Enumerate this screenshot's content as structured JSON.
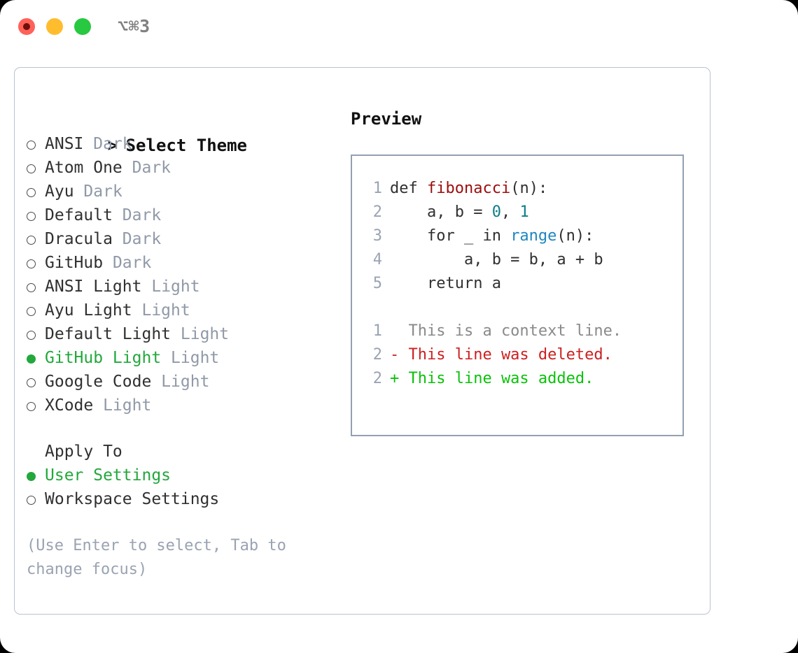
{
  "window": {
    "shortcut": "⌥⌘3",
    "traffic_lights": [
      "close-red",
      "minimize-amber",
      "maximize-green"
    ],
    "colors": {
      "red": "#ff6159",
      "amber": "#ffbd2e",
      "green": "#28c840",
      "accent_green": "#22a83b",
      "muted": "#9099a8",
      "panel_border": "#93a0b1",
      "card_border": "#b9c2d0"
    }
  },
  "theme_selector": {
    "heading_caret": ">",
    "heading": "Select Theme",
    "items": [
      {
        "marker": "○",
        "selected": false,
        "label": "ANSI",
        "tag": "Dark"
      },
      {
        "marker": "○",
        "selected": false,
        "label": "Atom One",
        "tag": "Dark"
      },
      {
        "marker": "○",
        "selected": false,
        "label": "Ayu",
        "tag": "Dark"
      },
      {
        "marker": "○",
        "selected": false,
        "label": "Default",
        "tag": "Dark"
      },
      {
        "marker": "○",
        "selected": false,
        "label": "Dracula",
        "tag": "Dark"
      },
      {
        "marker": "○",
        "selected": false,
        "label": "GitHub",
        "tag": "Dark"
      },
      {
        "marker": "○",
        "selected": false,
        "label": "ANSI Light",
        "tag": "Light"
      },
      {
        "marker": "○",
        "selected": false,
        "label": "Ayu Light",
        "tag": "Light"
      },
      {
        "marker": "○",
        "selected": false,
        "label": "Default Light",
        "tag": "Light"
      },
      {
        "marker": "●",
        "selected": true,
        "label": "GitHub Light",
        "tag": "Light"
      },
      {
        "marker": "○",
        "selected": false,
        "label": "Google Code",
        "tag": "Light"
      },
      {
        "marker": "○",
        "selected": false,
        "label": "XCode",
        "tag": "Light"
      }
    ]
  },
  "apply_to": {
    "heading": "Apply To",
    "options": [
      {
        "marker": "●",
        "selected": true,
        "label": "User Settings"
      },
      {
        "marker": "○",
        "selected": false,
        "label": "Workspace Settings"
      }
    ]
  },
  "hint": "(Use Enter to select, Tab to change focus)",
  "preview": {
    "title": "Preview",
    "code_lines": [
      {
        "number": "1",
        "tokens": [
          {
            "text": "def ",
            "type": "plain"
          },
          {
            "text": "fibonacci",
            "type": "function"
          },
          {
            "text": "(n):",
            "type": "plain"
          }
        ]
      },
      {
        "number": "2",
        "tokens": [
          {
            "text": "    a, b = ",
            "type": "plain"
          },
          {
            "text": "0",
            "type": "number"
          },
          {
            "text": ", ",
            "type": "plain"
          },
          {
            "text": "1",
            "type": "number"
          }
        ]
      },
      {
        "number": "3",
        "tokens": [
          {
            "text": "    for _ in ",
            "type": "plain"
          },
          {
            "text": "range",
            "type": "keyword"
          },
          {
            "text": "(n):",
            "type": "plain"
          }
        ]
      },
      {
        "number": "4",
        "tokens": [
          {
            "text": "        a, b = b, a + b",
            "type": "plain"
          }
        ]
      },
      {
        "number": "5",
        "tokens": [
          {
            "text": "    return a",
            "type": "plain"
          }
        ]
      }
    ],
    "diff_lines": [
      {
        "number": "1",
        "kind": "context",
        "text": "  This is a context line."
      },
      {
        "number": "2",
        "kind": "deleted",
        "text": "- This line was deleted."
      },
      {
        "number": "2",
        "kind": "added",
        "text": "+ This line was added."
      }
    ]
  }
}
